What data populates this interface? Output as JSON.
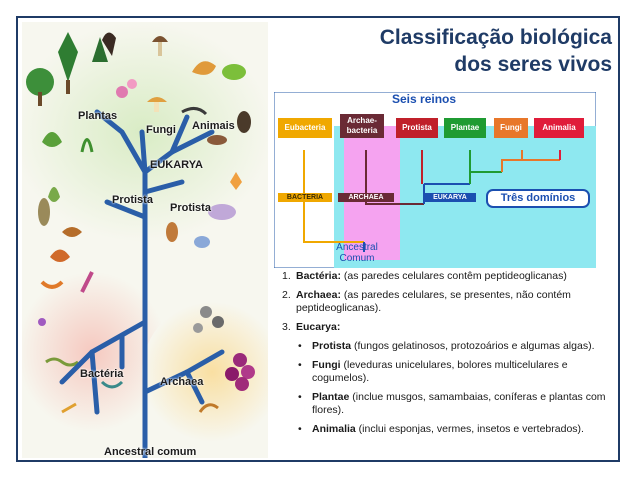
{
  "title": {
    "line1": "Classificação biológica",
    "line2": "dos seres vivos"
  },
  "colors": {
    "title": "#1f3b66",
    "tree_branch": "#2a5ea8",
    "domain_bg": "#8ee8f0",
    "archaea_bg": "#f5a3f0"
  },
  "tree": {
    "labels": {
      "plantas": "Plantas",
      "fungi": "Fungi",
      "animais": "Animais",
      "eukarya": "EUKARYA",
      "protista_left": "Protista",
      "protista_right": "Protista",
      "bacteria": "Bactéria",
      "archaea": "Archaea",
      "ancestral": "Ancestral comum"
    }
  },
  "cladogram": {
    "seis_reinos": "Seis reinos",
    "kingdoms": [
      {
        "label": "Eubacteria",
        "color": "#f0a800"
      },
      {
        "label": "Archae-\nbacteria",
        "color": "#6a2a35"
      },
      {
        "label": "Protista",
        "color": "#c0202a"
      },
      {
        "label": "Plantae",
        "color": "#1f9b32"
      },
      {
        "label": "Fungi",
        "color": "#e8772a"
      },
      {
        "label": "Animalia",
        "color": "#e01c3a"
      }
    ],
    "domains": {
      "bacteria": "BACTERIA",
      "archaea": "ARCHAEA",
      "eukarya": "EUKARYA"
    },
    "tres_dominios": "Três domínios",
    "ancestral": "Ancestral\nComum"
  },
  "list": {
    "items": [
      {
        "num": "1.",
        "term": "Bactéria:",
        "text": " (as paredes celulares contêm peptideoglicanas)"
      },
      {
        "num": "2.",
        "term": "Archaea:",
        "text": " (as paredes celulares, se presentes, não contém peptideoglicanas)."
      },
      {
        "num": "3.",
        "term": "Eucarya:",
        "text": ""
      }
    ],
    "subitems": [
      {
        "bullet": "•",
        "term": "Protista",
        "text": " (fungos gelatinosos, protozoários e algumas algas)."
      },
      {
        "bullet": "•",
        "term": "Fungi",
        "text": " (leveduras unicelulares, bolores multicelulares e cogumelos)."
      },
      {
        "bullet": "•",
        "term": "Plantae",
        "text": " (inclue musgos, samambaias, coníferas e plantas com flores)."
      },
      {
        "bullet": "•",
        "term": "Animalia",
        "text": " (inclui esponjas, vermes, insetos e vertebrados)."
      }
    ]
  }
}
